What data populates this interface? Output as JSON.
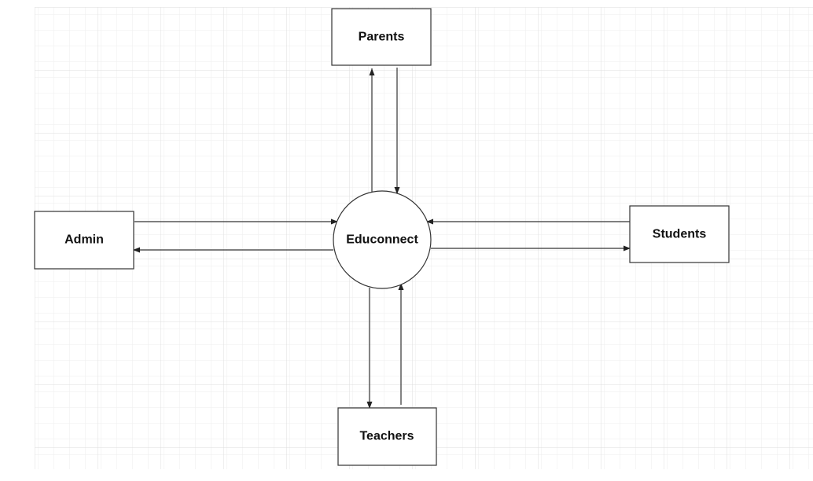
{
  "diagram": {
    "central": {
      "label": "Educonnect"
    },
    "entities": {
      "parents": {
        "label": "Parents"
      },
      "admin": {
        "label": "Admin"
      },
      "students": {
        "label": "Students"
      },
      "teachers": {
        "label": "Teachers"
      }
    }
  },
  "colors": {
    "grid_minor": "#eeeeee",
    "grid_major": "#dddddd",
    "stroke": "#333333",
    "text": "#111111",
    "background": "#ffffff"
  }
}
